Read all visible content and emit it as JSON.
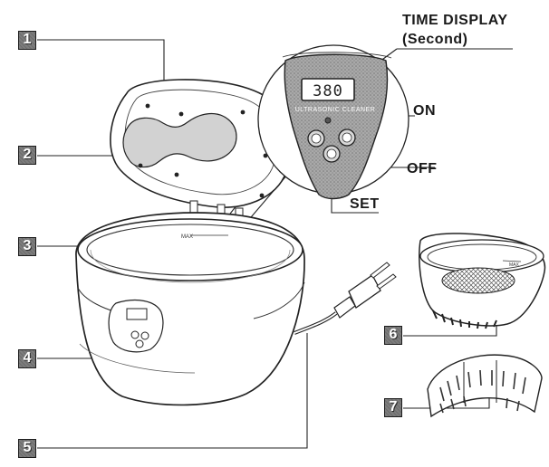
{
  "callouts": {
    "time_display_title": "TIME DISPLAY",
    "time_display_unit": "(Second)",
    "on": "ON",
    "off": "OFF",
    "set": "SET"
  },
  "part_numbers": [
    "1",
    "2",
    "3",
    "4",
    "5",
    "6",
    "7"
  ],
  "device": {
    "display_reading": "380",
    "panel_brand": "ULTRASONIC CLEANER",
    "max_mark": "MAX"
  }
}
